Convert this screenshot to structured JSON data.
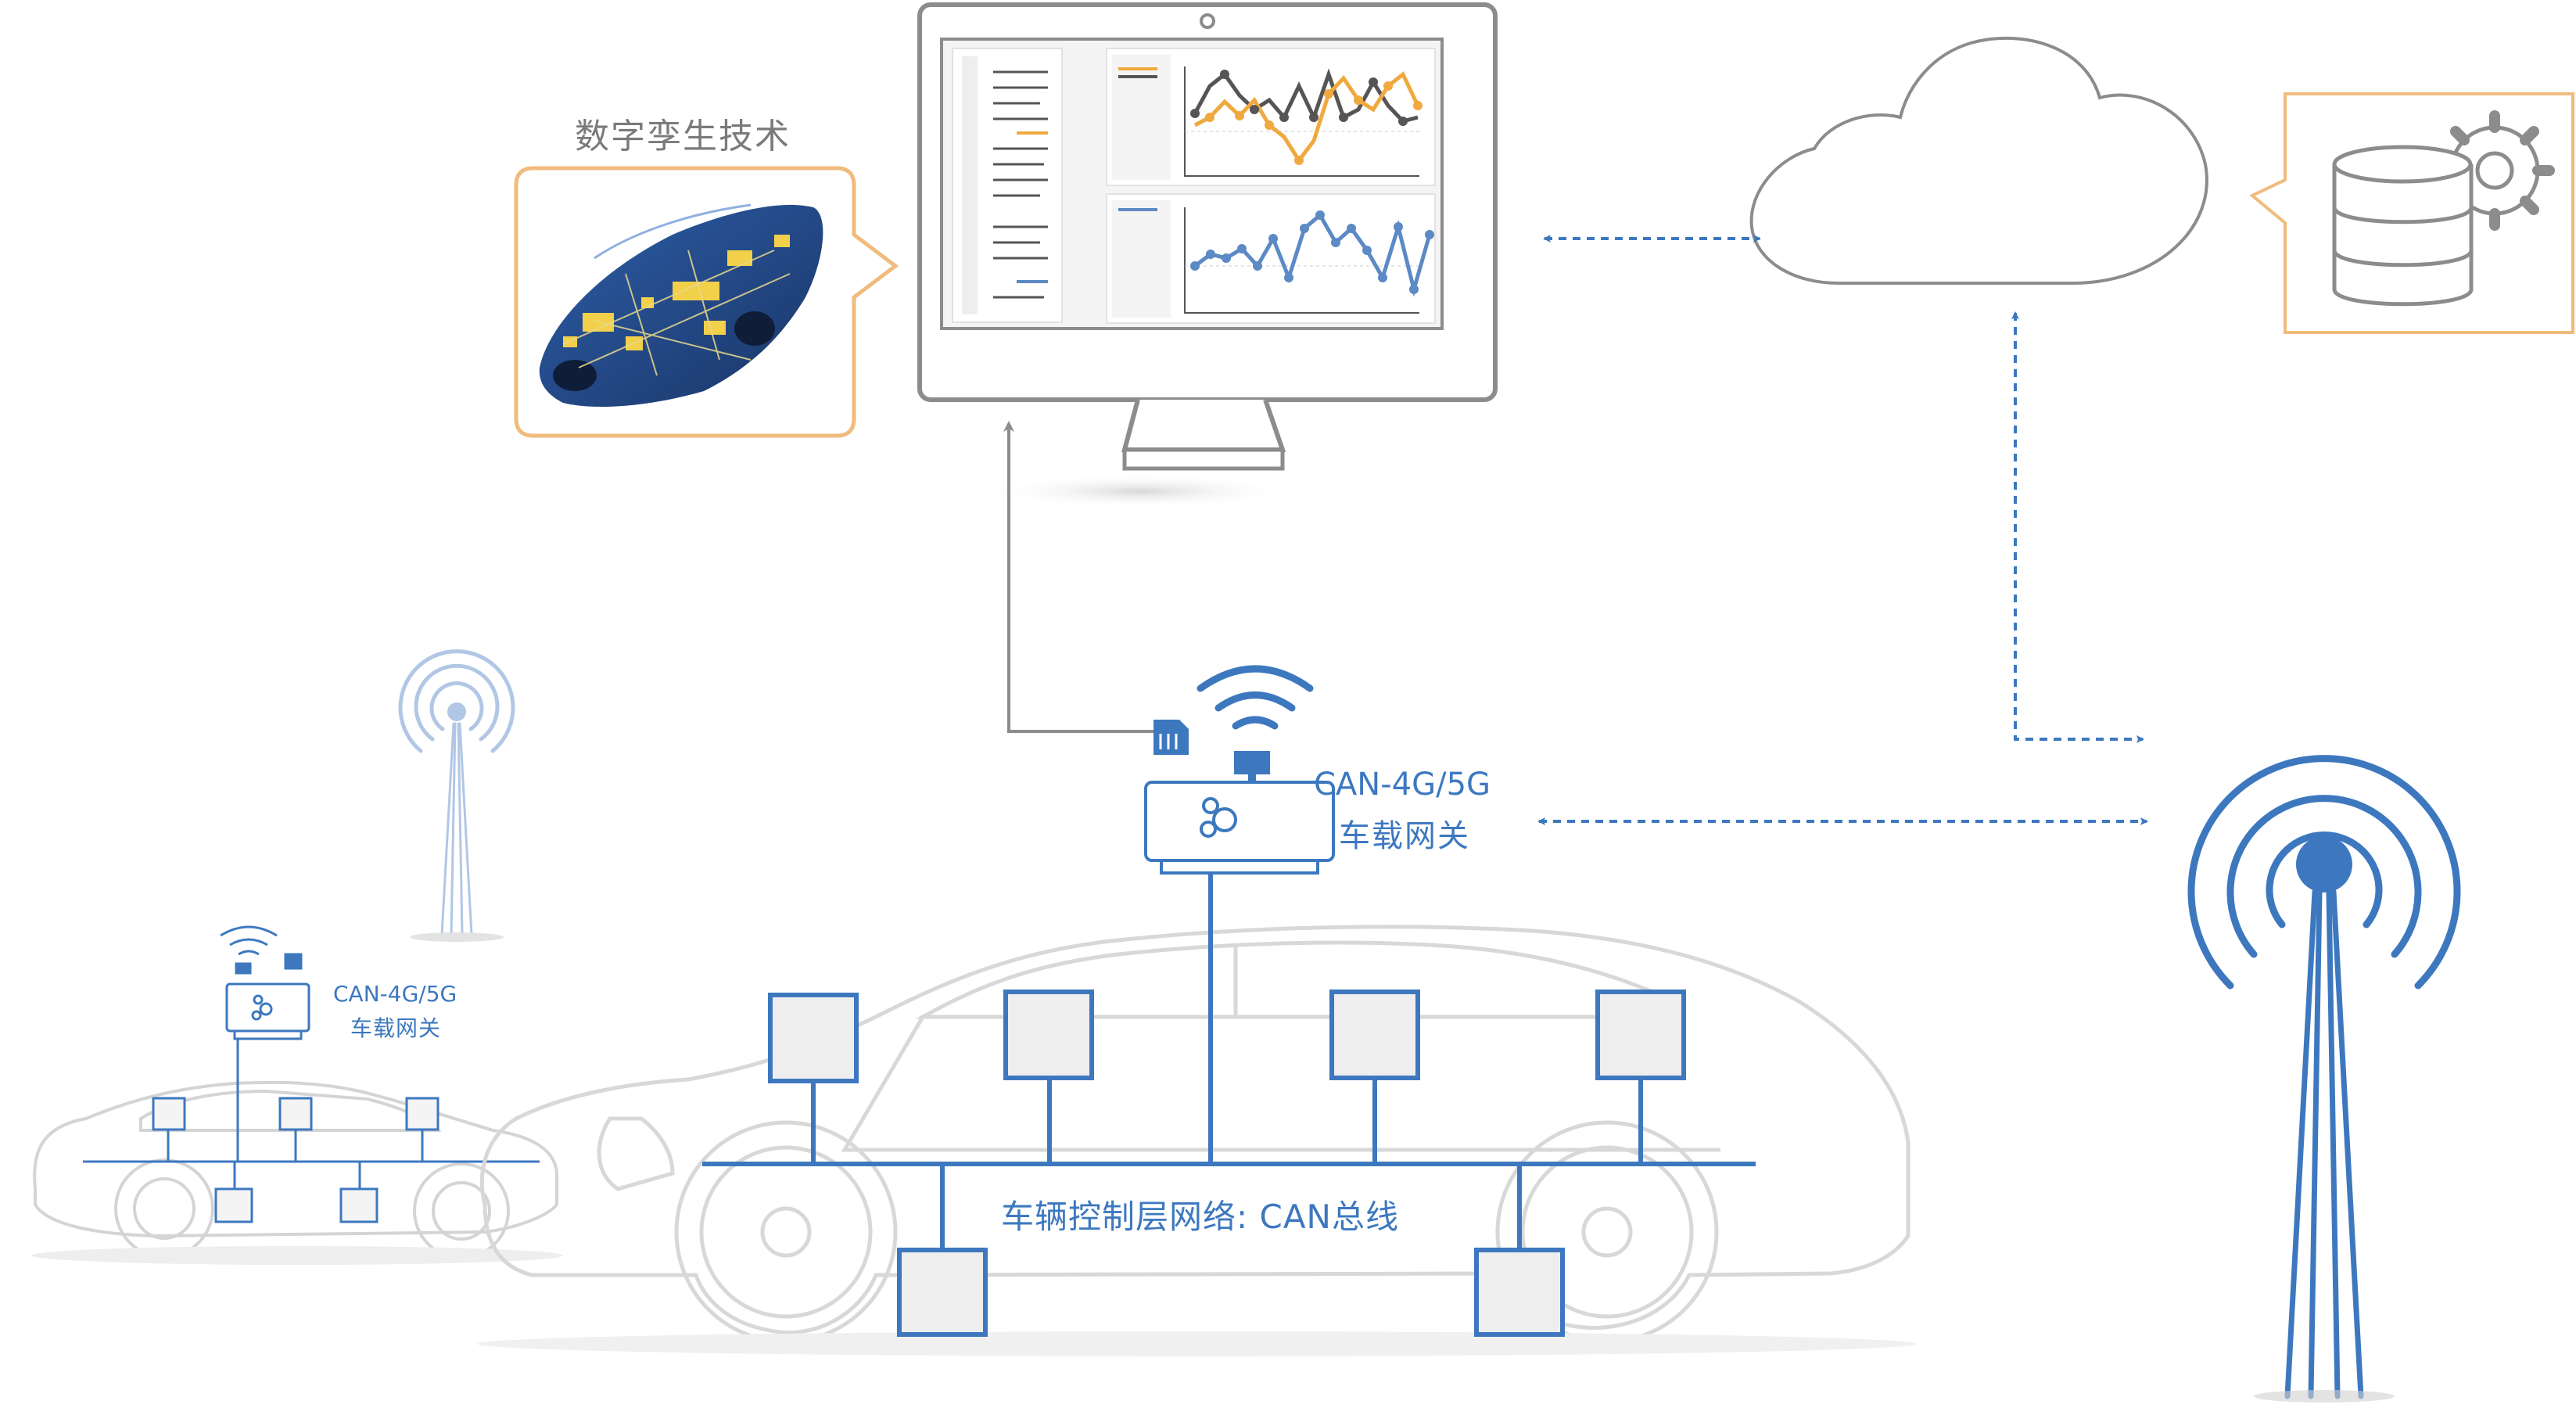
{
  "digital_twin": {
    "title": "数字孪生技术"
  },
  "main_gateway": {
    "line1": "CAN-4G/5G",
    "line2": "车载网关"
  },
  "small_gateway": {
    "line1": "CAN-4G/5G",
    "line2": "车载网关"
  },
  "can_bus": {
    "label": "车辆控制层网络: CAN总线"
  },
  "colors": {
    "blue": "#3d78bf",
    "orange": "#f0bb7c",
    "grey_line": "#8c8c8c",
    "chart_dark": "#555555",
    "chart_orange": "#f0a93e",
    "chart_blue": "#5b8ac5"
  },
  "icons": [
    "monitor-icon",
    "cloud-icon",
    "database-gear-icon",
    "antenna-tower-icon",
    "wifi-icon",
    "sim-card-icon",
    "gateway-box-icon",
    "ecu-node-icon",
    "car-outline-icon"
  ]
}
